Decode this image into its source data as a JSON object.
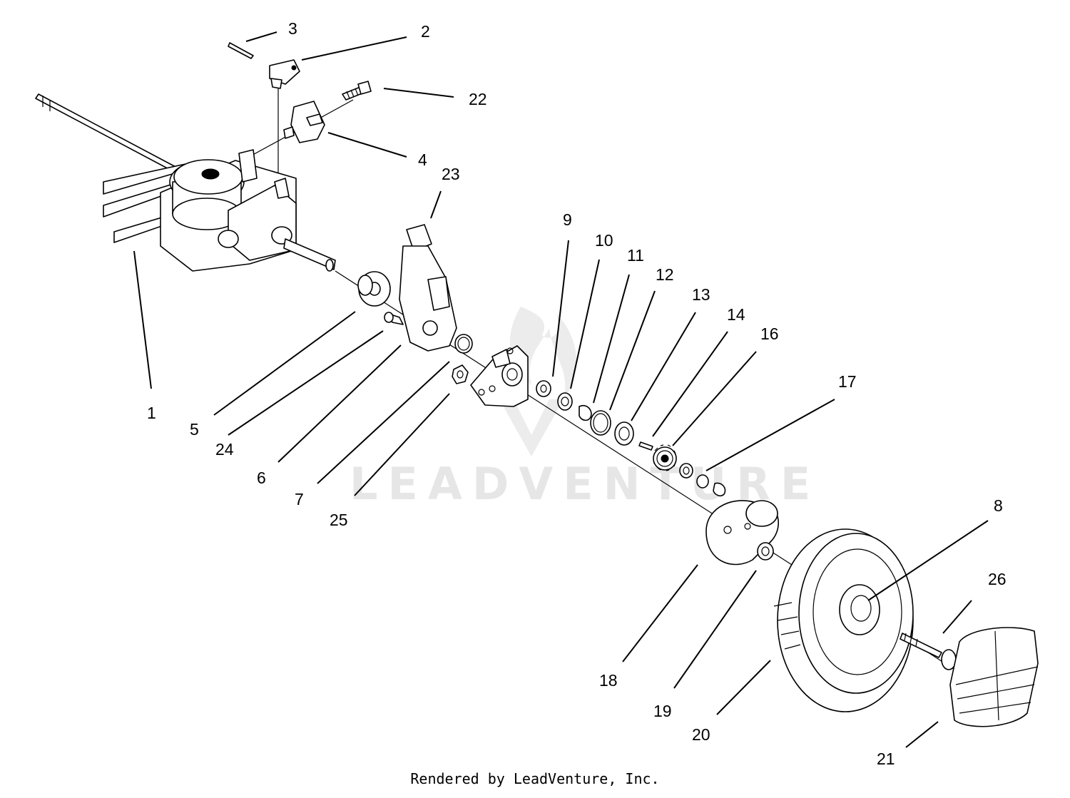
{
  "watermark": "LEADVENTURE",
  "footer": "Rendered by LeadVenture, Inc.",
  "callouts": [
    {
      "id": "1",
      "label": "1"
    },
    {
      "id": "2",
      "label": "2"
    },
    {
      "id": "3",
      "label": "3"
    },
    {
      "id": "4",
      "label": "4"
    },
    {
      "id": "5",
      "label": "5"
    },
    {
      "id": "6",
      "label": "6"
    },
    {
      "id": "7",
      "label": "7"
    },
    {
      "id": "8",
      "label": "8"
    },
    {
      "id": "9",
      "label": "9"
    },
    {
      "id": "10",
      "label": "10"
    },
    {
      "id": "11",
      "label": "11"
    },
    {
      "id": "12",
      "label": "12"
    },
    {
      "id": "13",
      "label": "13"
    },
    {
      "id": "14",
      "label": "14"
    },
    {
      "id": "16",
      "label": "16"
    },
    {
      "id": "17",
      "label": "17"
    },
    {
      "id": "18",
      "label": "18"
    },
    {
      "id": "19",
      "label": "19"
    },
    {
      "id": "20",
      "label": "20"
    },
    {
      "id": "21",
      "label": "21"
    },
    {
      "id": "22",
      "label": "22"
    },
    {
      "id": "23",
      "label": "23"
    },
    {
      "id": "24",
      "label": "24"
    },
    {
      "id": "25",
      "label": "25"
    },
    {
      "id": "26",
      "label": "26"
    }
  ]
}
